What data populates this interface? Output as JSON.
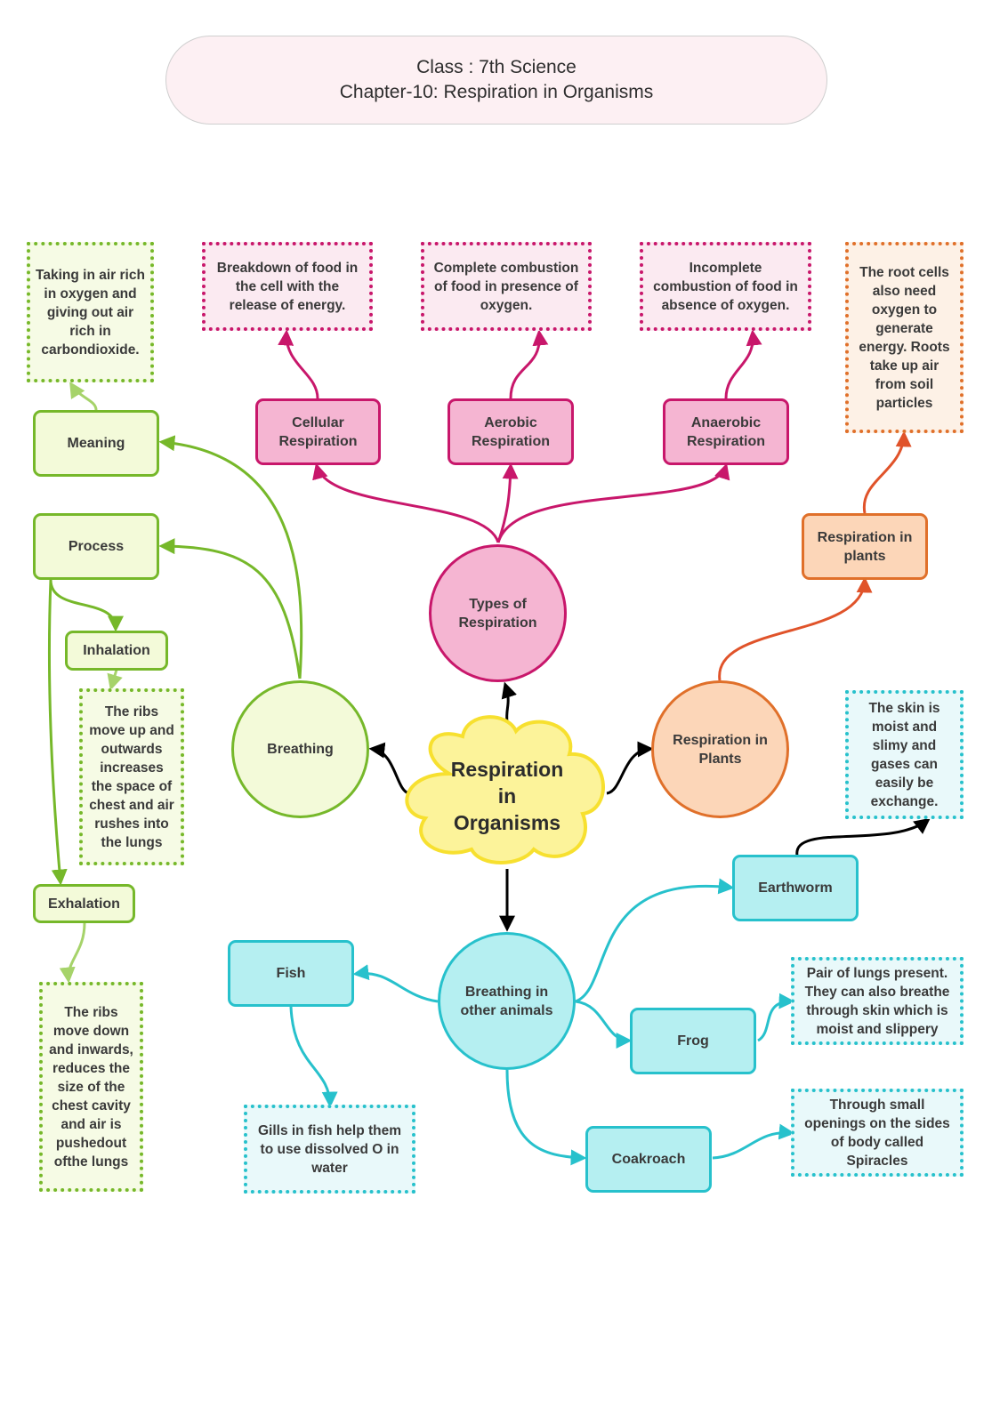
{
  "header": {
    "line1": "Class : 7th Science",
    "line2": "Chapter-10: Respiration in Organisms"
  },
  "center": {
    "line1": "Respiration",
    "line2": "in",
    "line3": "Organisms"
  },
  "breathing": {
    "label": "Breathing",
    "meaning": "Meaning",
    "meaning_note": "Taking in air rich in oxygen and giving out air rich in carbondioxide.",
    "process": "Process",
    "inhalation": "Inhalation",
    "inhalation_note": "The ribs move up and outwards increases the space of chest and air rushes into the lungs",
    "exhalation": "Exhalation",
    "exhalation_note": "The ribs move down and inwards, reduces the size of the chest cavity and air is pushedout ofthe lungs"
  },
  "types": {
    "label": "Types of Respiration",
    "cellular": "Cellular Respiration",
    "cellular_note": "Breakdown of food in the cell with the release of energy.",
    "aerobic": "Aerobic Respiration",
    "aerobic_note": "Complete combustion of food in presence of oxygen.",
    "anaerobic": "Anaerobic Respiration",
    "anaerobic_note": "Incomplete combustion of food in absence of oxygen."
  },
  "plants": {
    "label": "Respiration in Plants",
    "box": "Respiration in plants",
    "note": "The root cells also need oxygen to generate energy. Roots take up air from soil particles"
  },
  "animals": {
    "label": "Breathing in other animals",
    "fish": "Fish",
    "fish_note": "Gills in fish help them to use dissolved O in water",
    "earthworm": "Earthworm",
    "earthworm_note": "The skin is moist and slimy and gases can easily be exchange.",
    "frog": "Frog",
    "frog_note": "Pair of lungs present. They can also breathe through skin which is moist and slippery",
    "cockroach": "Coakroach",
    "cockroach_note": "Through small openings on the sides of body called Spiracles"
  },
  "colors": {
    "green": "#76b82a",
    "pink": "#c8176b",
    "orange": "#e0702a",
    "cyan": "#27c1cc",
    "yellow": "#f7e02f",
    "black": "#000000"
  }
}
